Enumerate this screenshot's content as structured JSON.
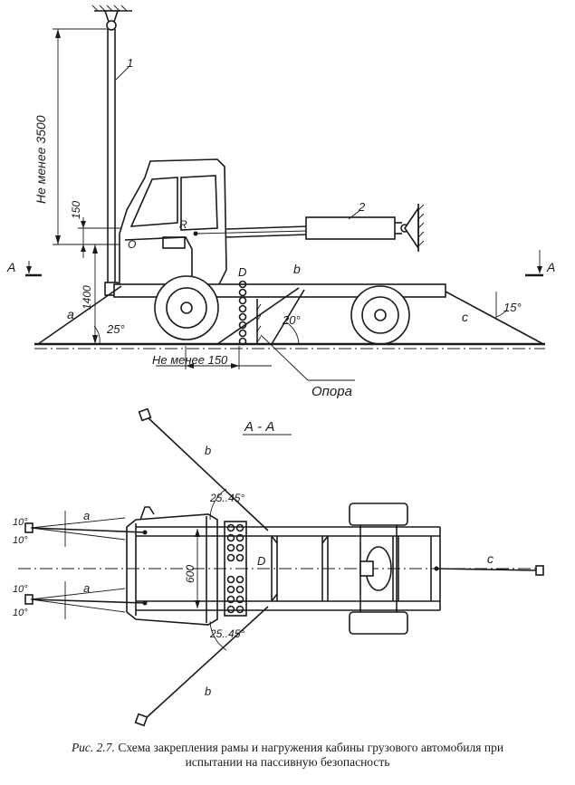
{
  "labels": {
    "height_min": "Не менее 3500",
    "dim_150": "150",
    "dim_1400": "1400",
    "dim_600": "600",
    "dist_min": "Не менее 150",
    "support": "Опора",
    "section": "А - А",
    "section_left": "А",
    "section_right": "А",
    "ref_1": "1",
    "ref_2": "2",
    "ref_R": "R",
    "ref_D_top": "D",
    "ref_D_bottom": "D",
    "ref_a_top": "a",
    "ref_a_plan1": "a",
    "ref_a_plan2": "a",
    "ref_b_top": "b",
    "ref_b_plan1": "b",
    "ref_b_plan2": "b",
    "ref_c_top": "c",
    "ref_c_plan": "c",
    "ref_O": "O",
    "angle_25": "25°",
    "angle_20": "20°",
    "angle_15": "15°",
    "angle_25_45_top": "25..45°",
    "angle_25_45_bottom": "25..45°",
    "angle_10_a": "10°",
    "angle_10_b": "10°",
    "angle_10_c": "10°",
    "angle_10_d": "10°"
  },
  "caption": {
    "prefix": "Рис. 2.7.",
    "line1": "Схема закрепления рамы и нагружения кабины грузового автомобиля при",
    "line2": "испытании на пассивную безопасность"
  }
}
